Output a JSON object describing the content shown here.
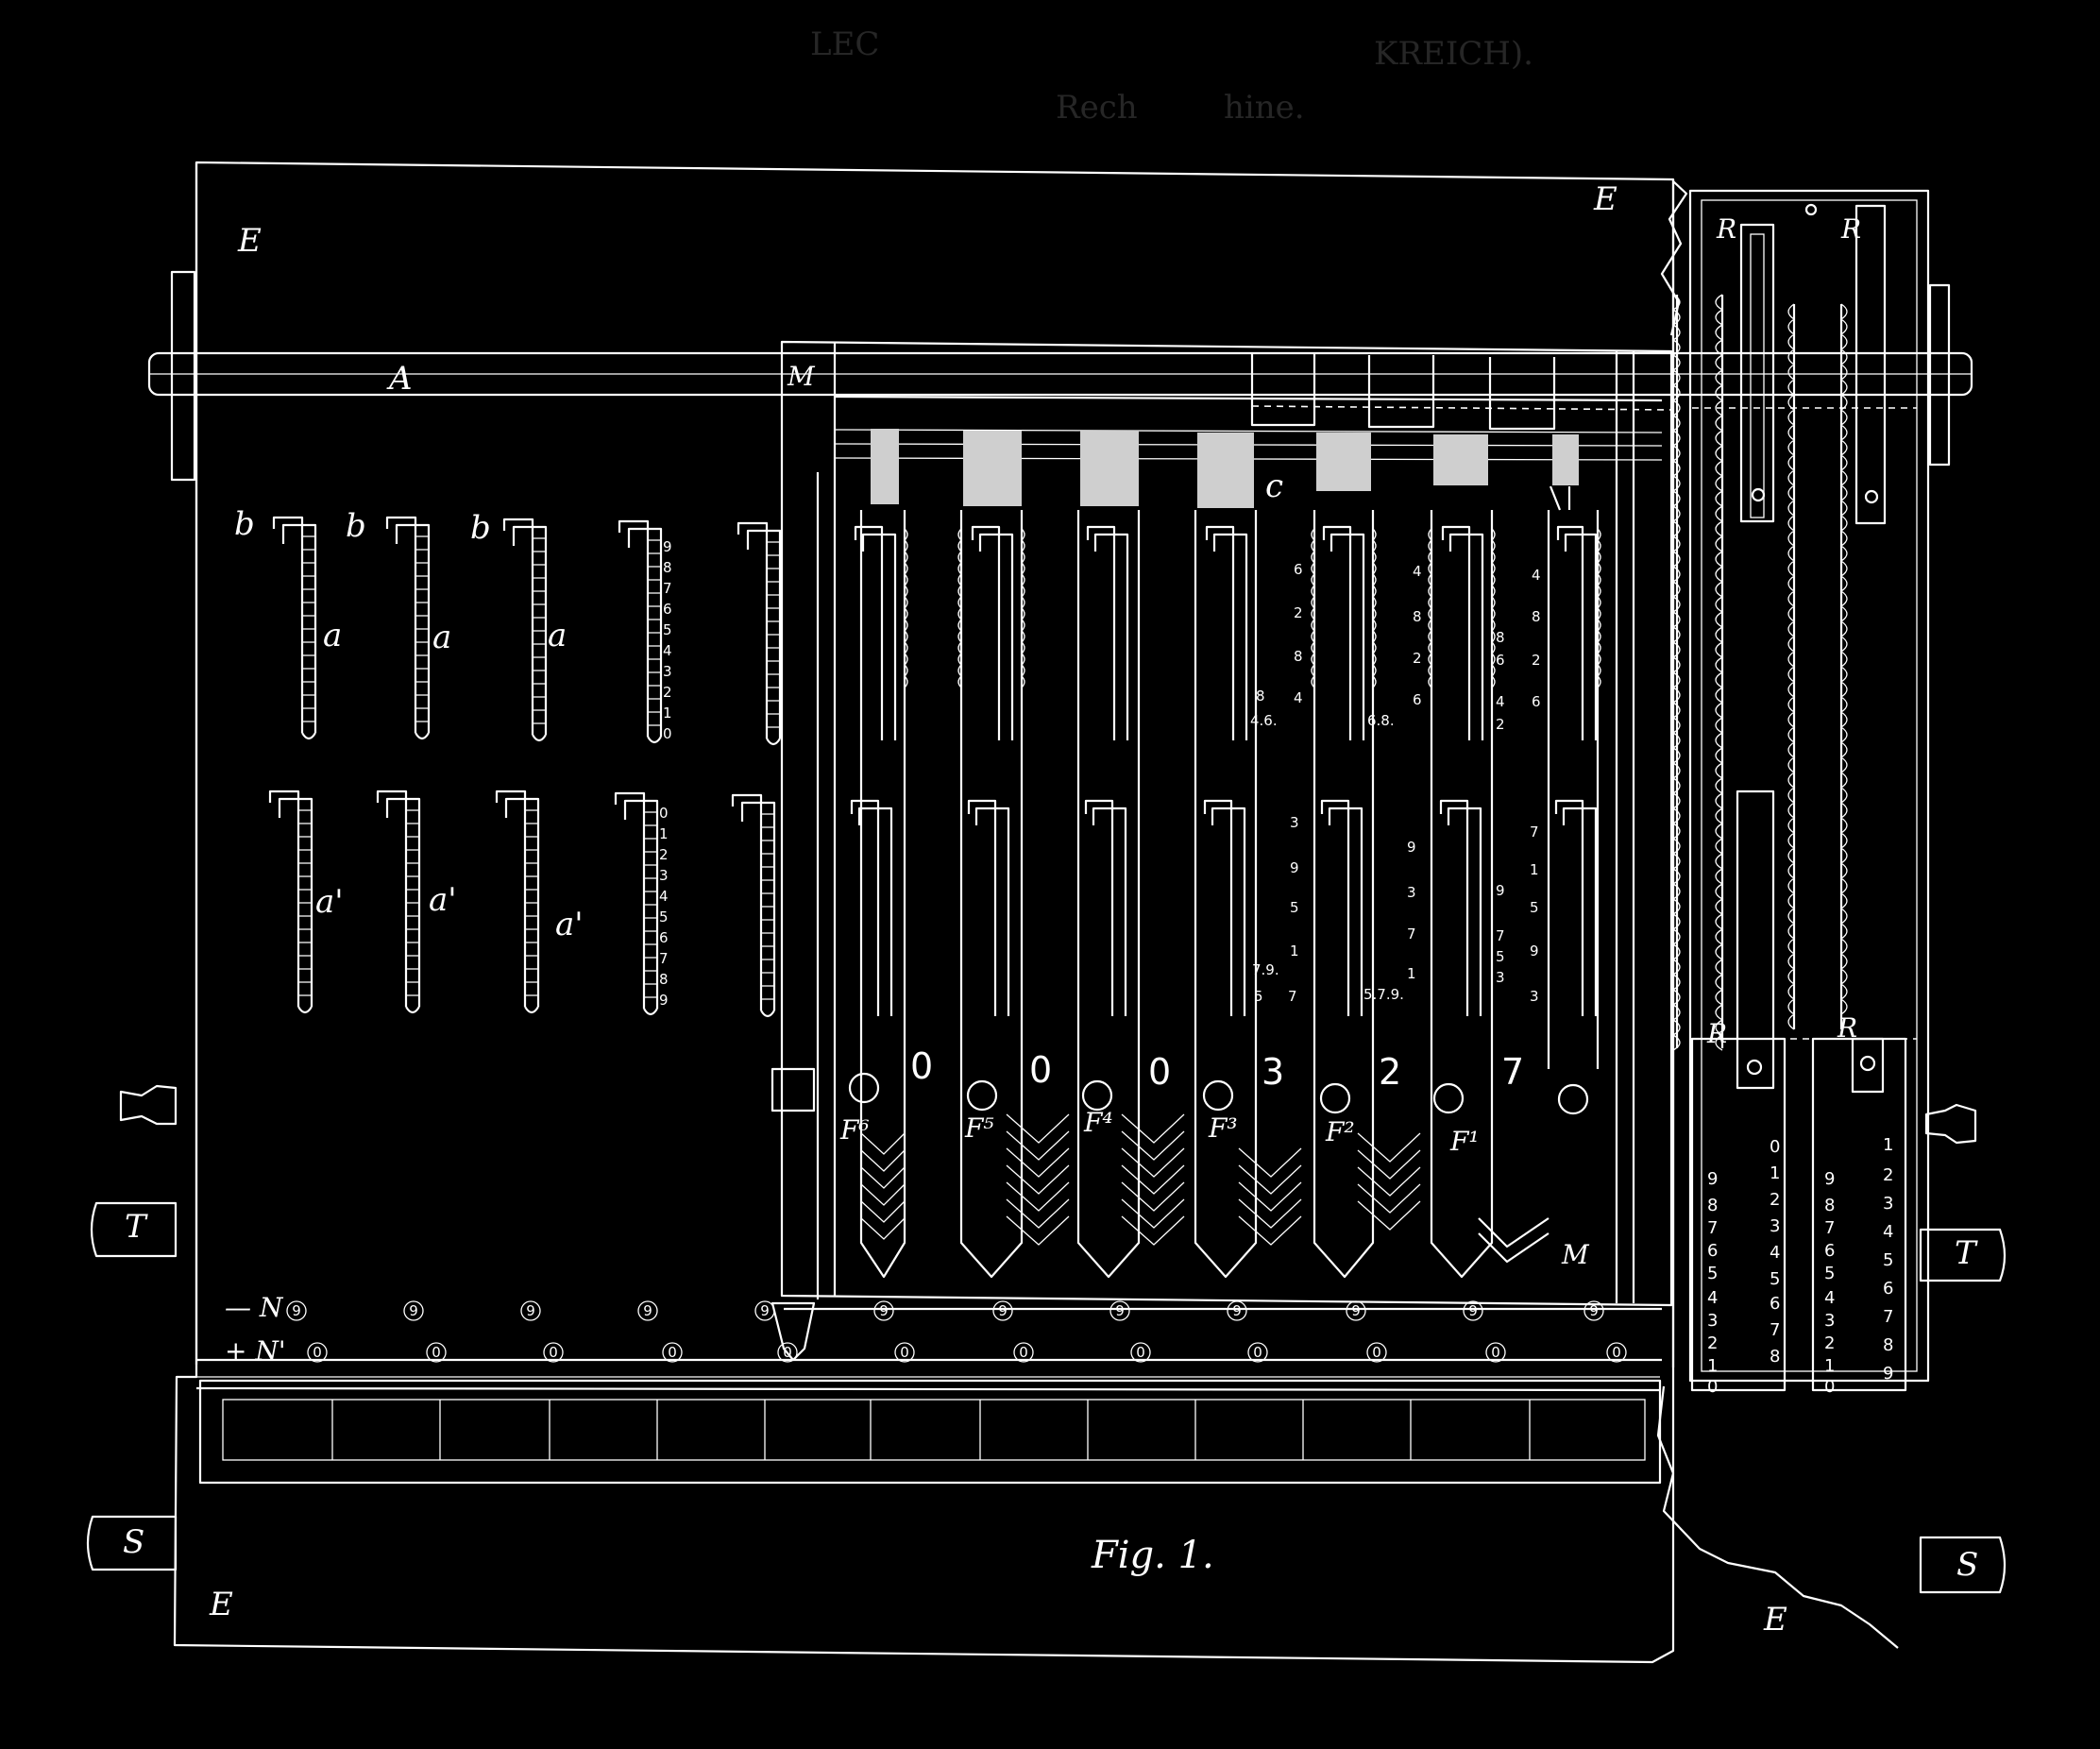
{
  "header_faint": {
    "line1": "LEC",
    "line1_right": "KREICH).",
    "line2": "Rech",
    "line2_right": "hine."
  },
  "caption": "Fig. 1.",
  "labels": {
    "E": "E",
    "A": "A",
    "M": "M",
    "R": "R",
    "T": "T",
    "S": "S",
    "b": "b",
    "a": "a",
    "a1": "a'",
    "c": "c",
    "minusN": "— N",
    "plusN": "+ N'",
    "F_tip": "M"
  },
  "setting_digits": [
    "0",
    "0",
    "0",
    "3",
    "2",
    "7"
  ],
  "F_labels": [
    "F⁶",
    "F⁵",
    "F⁴",
    "F³",
    "F²",
    "F¹"
  ],
  "rack_scale_top": [
    "9",
    "8",
    "7",
    "6",
    "5",
    "4",
    "3",
    "2",
    "1",
    "0"
  ],
  "rack_scale_bottom": [
    "0",
    "1",
    "2",
    "3",
    "4",
    "5",
    "6",
    "7",
    "8",
    "9"
  ],
  "side_digits_top": [
    [
      "8",
      "4.6."
    ],
    [
      "6",
      "2",
      "8",
      "4",
      "6.8."
    ],
    [
      "4",
      "8",
      "2",
      "6",
      "8",
      "6",
      "4",
      "2"
    ],
    [
      "4",
      "8",
      "2",
      "6"
    ]
  ],
  "side_digits_bottom": [
    [
      "7.9.",
      "5",
      "7"
    ],
    [
      "3",
      "9",
      "5",
      "1",
      "5.7.9."
    ],
    [
      "9",
      "3",
      "7",
      "1",
      "9",
      "7",
      "5",
      "3"
    ],
    [
      "7",
      "1",
      "5",
      "9",
      "3"
    ]
  ],
  "result_scale_left": [
    "0",
    "1",
    "2",
    "3",
    "4",
    "5",
    "6",
    "7",
    "8",
    "9"
  ],
  "result_scale_mid": [
    "9",
    "8",
    "7",
    "6",
    "5",
    "4",
    "3",
    "2",
    "1",
    "0"
  ],
  "result_scale_right": [
    "1",
    "2",
    "3",
    "4",
    "5",
    "6",
    "7",
    "8",
    "9"
  ],
  "nine_dial": "9",
  "zero_dial": "0"
}
